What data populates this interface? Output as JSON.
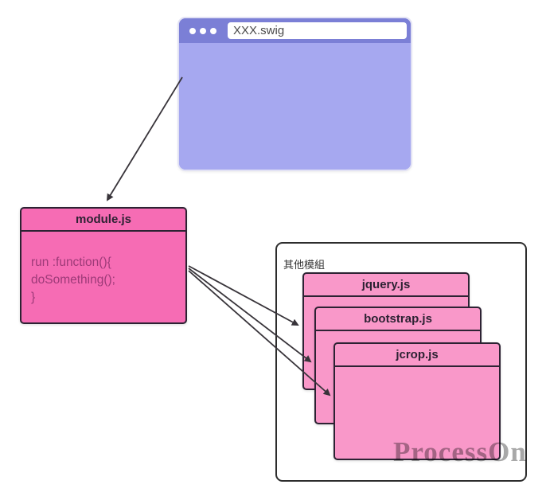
{
  "diagram": {
    "browser_window": {
      "title": "XXX.swig"
    },
    "module_node": {
      "title": "module.js",
      "code_lines": [
        "run :function(){",
        "doSomething();",
        "}"
      ]
    },
    "group": {
      "label": "其他模組",
      "nodes": [
        {
          "title": "jquery.js"
        },
        {
          "title": "bootstrap.js"
        },
        {
          "title": "jcrop.js"
        }
      ]
    },
    "connections": [
      {
        "from": "browser-window",
        "to": "module-node"
      },
      {
        "from": "module-node",
        "to": "jquery-node"
      },
      {
        "from": "module-node",
        "to": "bootstrap-node"
      },
      {
        "from": "module-node",
        "to": "jcrop-node"
      }
    ],
    "watermark": "ProcessOn",
    "colors": {
      "browser_titlebar": "#7b7fd6",
      "browser_body": "#a6a8f0",
      "module_fill": "#f66cb4",
      "stack_fill": "#f998c9",
      "node_border": "#2d2233",
      "code_text": "#9d3a78",
      "arrow": "#38343a",
      "group_border": "#2d2d2d",
      "watermark_gray": "#a8a8a8"
    }
  }
}
